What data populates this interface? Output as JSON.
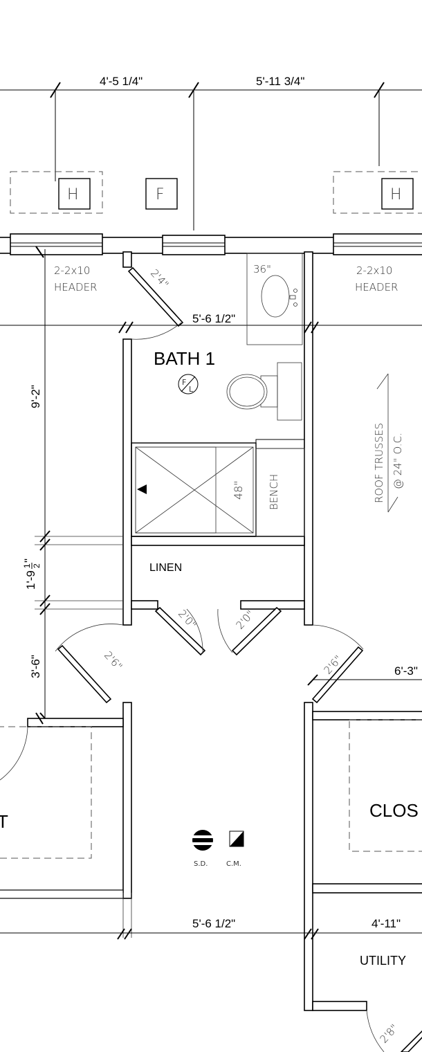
{
  "dimensions": {
    "top_left": "4'-5 1/4\"",
    "top_right": "5'-11 3/4\"",
    "bath_width_top": "5'-6 1/2\"",
    "bath_width_bottom": "5'-6 1/2\"",
    "utility_width": "4'-11\"",
    "right_room": "6'-3\"",
    "vertical_bath": "9'-2\"",
    "vertical_linen": "1'-9",
    "vertical_linen_fraction_num": "1",
    "vertical_linen_fraction_den": "2",
    "vertical_linen_inch": "\"",
    "vertical_hall": "3'-6\""
  },
  "fixtures": {
    "heat_left": "H",
    "fan": "F",
    "heat_right": "H",
    "header_left": [
      "2-2x10",
      "HEADER"
    ],
    "header_right": [
      "2-2x10",
      "HEADER"
    ],
    "vanity": "36\"",
    "shower": "48\"",
    "bench": "BENCH",
    "floor_drain_top": "F",
    "floor_drain_bottom": "L",
    "smoke_detector": "S.D.",
    "co_monitor": "C.M."
  },
  "doors": {
    "bath": "2'4\"",
    "linen_left": "2'0\"",
    "linen_right": "2'0\"",
    "hall_left": "2'6\"",
    "hall_right": "2'6\"",
    "utility": "2'8\""
  },
  "rooms": {
    "bath": "BATH 1",
    "linen": "LINEN",
    "closet_left": "T",
    "closet_right": "CLOS",
    "utility": "UTILITY"
  },
  "notes": {
    "roof_trusses_1": "ROOF TRUSSES",
    "roof_trusses_2": "@ 24\" O.C."
  }
}
